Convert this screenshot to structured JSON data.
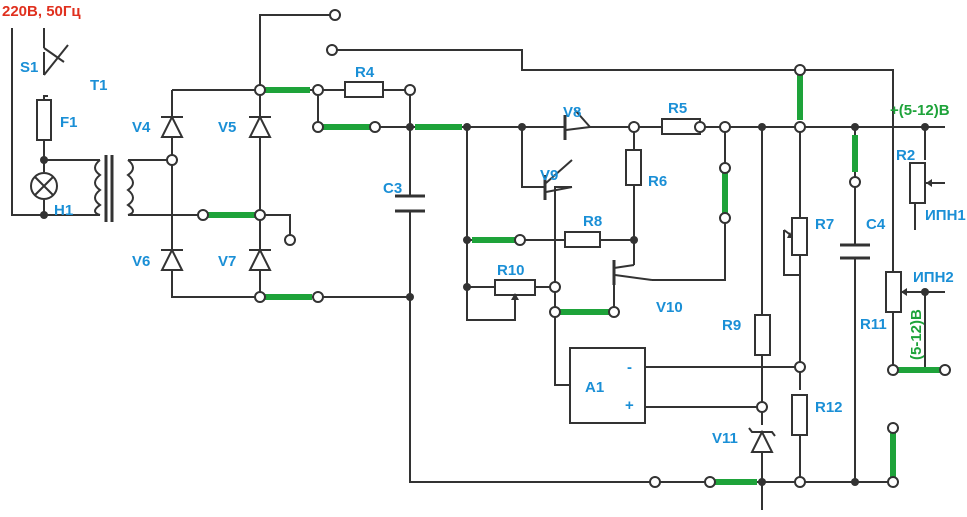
{
  "mains_label": "220В, 50Гц",
  "labels": {
    "S1": "S1",
    "F1": "F1",
    "H1": "H1",
    "T1": "T1",
    "V4": "V4",
    "V5": "V5",
    "V6": "V6",
    "V7": "V7",
    "C3": "C3",
    "R4": "R4",
    "V8": "V8",
    "V9": "V9",
    "R5": "R5",
    "R6": "R6",
    "R8": "R8",
    "R10": "R10",
    "V10": "V10",
    "A1": "A1",
    "A1_minus": "-",
    "A1_plus": "+",
    "R9": "R9",
    "V11": "V11",
    "R7": "R7",
    "R12": "R12",
    "C4": "C4",
    "R2": "R2",
    "IPN1": "ИПН1",
    "IPN2": "ИПН2",
    "R11": "R11"
  },
  "output_label": "+(5-12)В",
  "output_label_vertical": "(5-12)В",
  "colors": {
    "labels": "#1a8fd6",
    "mains": "#e0301e",
    "highlight": "#1ea33a",
    "wire": "#333333"
  }
}
